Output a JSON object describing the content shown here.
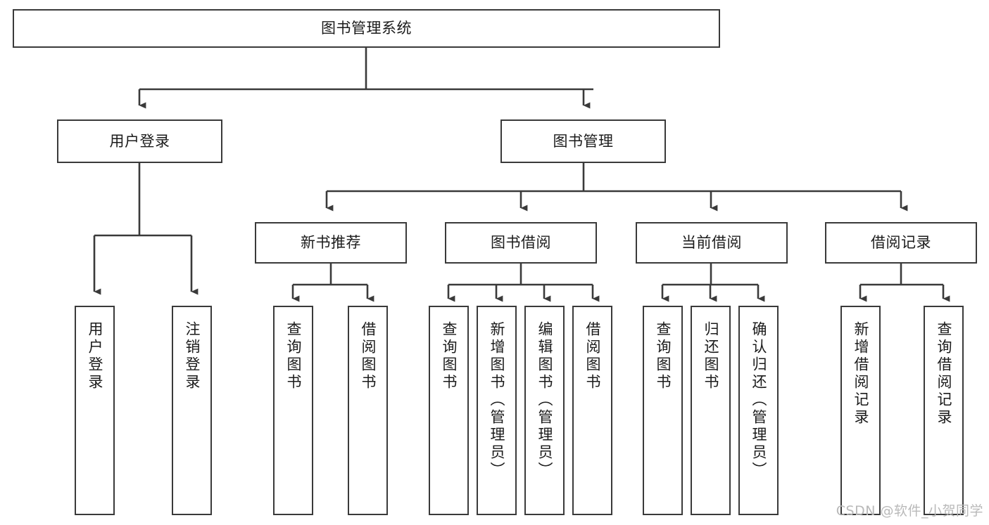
{
  "diagram": {
    "type": "tree-hierarchy",
    "title": "图书管理系统",
    "watermark": "CSDN @软件_小贺同学",
    "colors": {
      "box_border": "#3a3a3a",
      "box_fill": "#ffffff",
      "connector": "#3a3a3a",
      "text": "#1b1b1b",
      "watermark": "#b9b9b9",
      "background": "#ffffff"
    },
    "nodes": {
      "root": {
        "label": "图书管理系统"
      },
      "level2": [
        {
          "id": "user-login",
          "label": "用户登录"
        },
        {
          "id": "book-manage",
          "label": "图书管理"
        }
      ],
      "level3": [
        {
          "id": "new-book-recommend",
          "label": "新书推荐"
        },
        {
          "id": "book-borrow",
          "label": "图书借阅"
        },
        {
          "id": "current-borrow",
          "label": "当前借阅"
        },
        {
          "id": "borrow-record",
          "label": "借阅记录"
        }
      ],
      "leaves": {
        "user-login": [
          {
            "id": "leaf-user-login",
            "label": "用户登录"
          },
          {
            "id": "leaf-user-logout",
            "label": "注销登录"
          }
        ],
        "new-book-recommend": [
          {
            "id": "leaf-query-book-1",
            "label": "查询图书"
          },
          {
            "id": "leaf-borrow-book-1",
            "label": "借阅图书"
          }
        ],
        "book-borrow": [
          {
            "id": "leaf-query-book-2",
            "label": "查询图书"
          },
          {
            "id": "leaf-add-book",
            "label": "新增图书（管理员）"
          },
          {
            "id": "leaf-edit-book",
            "label": "编辑图书（管理员）"
          },
          {
            "id": "leaf-borrow-book-2",
            "label": "借阅图书"
          }
        ],
        "current-borrow": [
          {
            "id": "leaf-query-book-3",
            "label": "查询图书"
          },
          {
            "id": "leaf-return-book",
            "label": "归还图书"
          },
          {
            "id": "leaf-confirm-return",
            "label": "确认归还（管理员）"
          }
        ],
        "borrow-record": [
          {
            "id": "leaf-add-record",
            "label": "新增借阅记录"
          },
          {
            "id": "leaf-query-record",
            "label": "查询借阅记录"
          }
        ]
      }
    }
  }
}
